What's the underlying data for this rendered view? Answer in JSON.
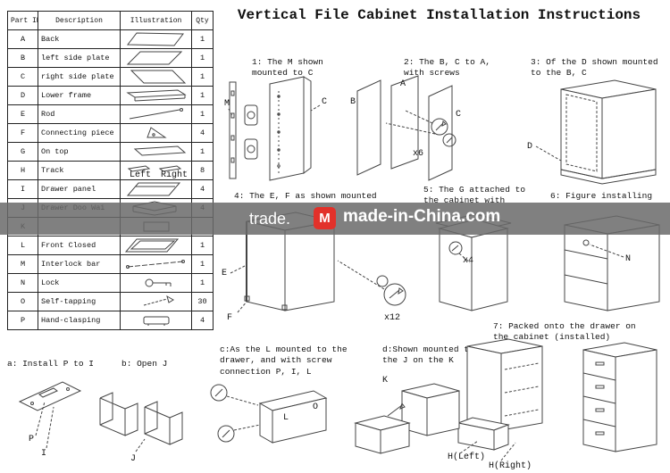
{
  "title": "Vertical File Cabinet Installation Instructions",
  "watermark": {
    "left_text": "trade.",
    "logo_glyph": "M",
    "brand": "made-in-China.com"
  },
  "table": {
    "headers": [
      "Part ID",
      "Description",
      "Illustration",
      "Qty"
    ],
    "track_left": "Left",
    "track_right": "Right",
    "rows": [
      {
        "id": "A",
        "desc": "Back",
        "qty": "1"
      },
      {
        "id": "B",
        "desc": "left side plate",
        "qty": "1"
      },
      {
        "id": "C",
        "desc": "right side plate",
        "qty": "1"
      },
      {
        "id": "D",
        "desc": "Lower frame",
        "qty": "1"
      },
      {
        "id": "E",
        "desc": "Rod",
        "qty": "1"
      },
      {
        "id": "F",
        "desc": "Connecting piece",
        "qty": "4"
      },
      {
        "id": "G",
        "desc": "On top",
        "qty": "1"
      },
      {
        "id": "H",
        "desc": "Track",
        "qty": "8"
      },
      {
        "id": "I",
        "desc": "Drawer panel",
        "qty": "4"
      },
      {
        "id": "J",
        "desc": "Drawer Doo Wai",
        "qty": "4"
      },
      {
        "id": "K",
        "desc": "",
        "qty": ""
      },
      {
        "id": "L",
        "desc": "Front Closed",
        "qty": "1"
      },
      {
        "id": "M",
        "desc": "Interlock bar",
        "qty": "1"
      },
      {
        "id": "N",
        "desc": "Lock",
        "qty": "1"
      },
      {
        "id": "O",
        "desc": "Self-tapping",
        "qty": "30"
      },
      {
        "id": "P",
        "desc": "Hand-clasping",
        "qty": "4"
      }
    ]
  },
  "steps": {
    "s1": "1: The M shown\nmounted to C",
    "s2": "2: The B, C to A,\nwith screws",
    "s3": "3: Of the D shown mounted\nto the B, C",
    "s4": "4: The E, F as shown mounted",
    "s5": "5: The G attached to\nthe cabinet with",
    "s6": "6: Figure installing",
    "s7": "7: Packed onto the drawer on\nthe cabinet (installed)",
    "sa": "a: Install P to I",
    "sb": "b: Open J",
    "sc": "c:As the L mounted to the\ndrawer, and with screw\nconnection P, I, L",
    "sd": "d:Shown mounted to\nthe J on the K"
  },
  "labels": {
    "m": "M",
    "c": "C",
    "b": "B",
    "a": "A",
    "d": "D",
    "e": "E",
    "f": "F",
    "n": "N",
    "k": "K",
    "l": "L",
    "o": "O",
    "p": "P",
    "i": "I",
    "j": "J",
    "x6": "x6",
    "x12": "x12",
    "x4": "x4",
    "h_left": "H(Left)",
    "h_right": "H(Right)"
  }
}
